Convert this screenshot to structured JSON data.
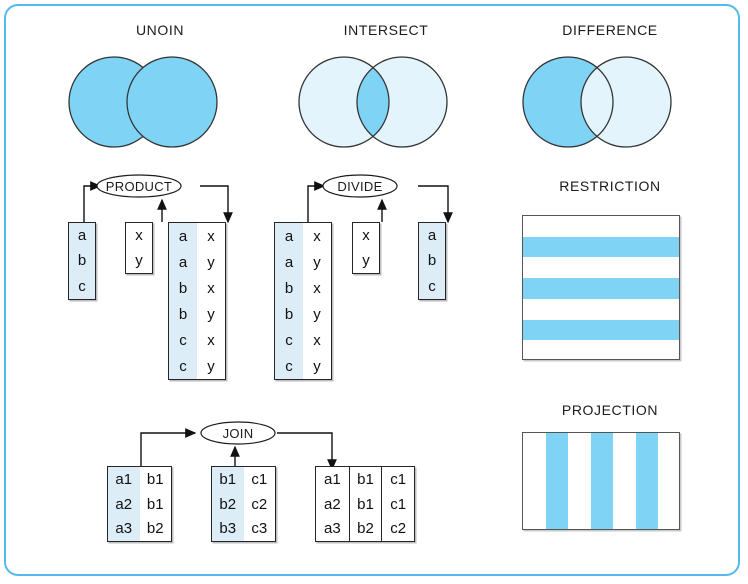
{
  "figure": {
    "title_union": "UNOIN",
    "title_intersect": "INTERSECT",
    "title_difference": "DIFFERENCE",
    "title_restriction": "RESTRICTION",
    "title_projection": "PROJECTION"
  },
  "colors": {
    "frame_border": "#55b9ef",
    "fill_strong": "#7fd4f5",
    "fill_light": "#e3f4fc",
    "table_shade": "#dcedf8",
    "outline": "#333333",
    "text": "#1b1b1b"
  },
  "venns": [
    {
      "name": "union",
      "title": "UNOIN",
      "left_fill": "strong",
      "right_fill": "strong",
      "overlap_fill": "strong"
    },
    {
      "name": "intersect",
      "title": "INTERSECT",
      "left_fill": "light",
      "right_fill": "light",
      "overlap_fill": "strong"
    },
    {
      "name": "difference",
      "title": "DIFFERENCE",
      "left_fill": "strong",
      "right_fill": "light",
      "overlap_fill": "light"
    }
  ],
  "operations": [
    {
      "name": "product",
      "label": "PRODUCT",
      "inputs": [
        {
          "name": "product-input-1",
          "columns": [
            {
              "shaded": true,
              "divider": false,
              "cells": [
                "a",
                "b",
                "c"
              ]
            }
          ]
        },
        {
          "name": "product-input-2",
          "columns": [
            {
              "shaded": false,
              "divider": false,
              "cells": [
                "x",
                "y"
              ]
            }
          ]
        }
      ],
      "result": {
        "name": "product-result",
        "columns": [
          {
            "shaded": true,
            "divider": false,
            "cells": [
              "a",
              "a",
              "b",
              "b",
              "c",
              "c"
            ]
          },
          {
            "shaded": false,
            "divider": false,
            "cells": [
              "x",
              "y",
              "x",
              "y",
              "x",
              "y"
            ]
          }
        ]
      }
    },
    {
      "name": "divide",
      "label": "DIVIDE",
      "inputs": [
        {
          "name": "divide-input-1",
          "columns": [
            {
              "shaded": true,
              "divider": false,
              "cells": [
                "a",
                "a",
                "b",
                "b",
                "c",
                "c"
              ]
            },
            {
              "shaded": false,
              "divider": false,
              "cells": [
                "x",
                "y",
                "x",
                "y",
                "x",
                "y"
              ]
            }
          ]
        },
        {
          "name": "divide-input-2",
          "columns": [
            {
              "shaded": false,
              "divider": false,
              "cells": [
                "x",
                "y"
              ]
            }
          ]
        }
      ],
      "result": {
        "name": "divide-result",
        "columns": [
          {
            "shaded": true,
            "divider": false,
            "cells": [
              "a",
              "b",
              "c"
            ]
          }
        ]
      }
    },
    {
      "name": "join",
      "label": "JOIN",
      "inputs": [
        {
          "name": "join-input-1",
          "columns": [
            {
              "shaded": true,
              "divider": false,
              "cells": [
                "a1",
                "a2",
                "a3"
              ]
            },
            {
              "shaded": false,
              "divider": false,
              "cells": [
                "b1",
                "b1",
                "b2"
              ]
            }
          ]
        },
        {
          "name": "join-input-2",
          "columns": [
            {
              "shaded": true,
              "divider": false,
              "cells": [
                "b1",
                "b2",
                "b3"
              ]
            },
            {
              "shaded": false,
              "divider": false,
              "cells": [
                "c1",
                "c2",
                "c3"
              ]
            }
          ]
        }
      ],
      "result": {
        "name": "join-result",
        "columns": [
          {
            "shaded": false,
            "divider": false,
            "cells": [
              "a1",
              "a2",
              "a3"
            ]
          },
          {
            "shaded": false,
            "divider": true,
            "cells": [
              "b1",
              "b1",
              "b2"
            ]
          },
          {
            "shaded": false,
            "divider": true,
            "cells": [
              "c1",
              "c1",
              "c2"
            ]
          }
        ]
      }
    }
  ],
  "restriction": {
    "title": "RESTRICTION",
    "orientation": "horizontal",
    "bands": [
      {
        "filled": false
      },
      {
        "filled": true
      },
      {
        "filled": false
      },
      {
        "filled": true
      },
      {
        "filled": false
      },
      {
        "filled": true
      },
      {
        "filled": false
      }
    ]
  },
  "projection": {
    "title": "PROJECTION",
    "orientation": "vertical",
    "bands": [
      {
        "filled": false
      },
      {
        "filled": true
      },
      {
        "filled": false
      },
      {
        "filled": true
      },
      {
        "filled": false
      },
      {
        "filled": true
      },
      {
        "filled": false
      }
    ]
  }
}
